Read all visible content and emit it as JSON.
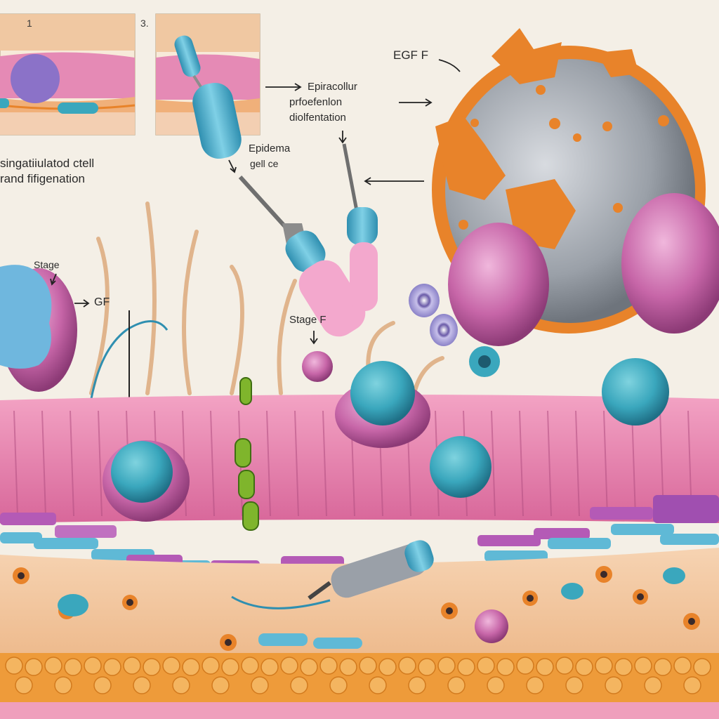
{
  "insets": {
    "inset_1_number": "1",
    "inset_2_number": "3."
  },
  "labels": {
    "egf_top": "EGF  F",
    "epiracellular_line1": "Epiracollur",
    "epiracellular_line2": "prfoefenlon",
    "epiracellular_line3": "diolfentation",
    "epidema_line1": "Epidema",
    "epidema_line2": "gell  ce",
    "left_caption_line1": "singatiiulatod  ctell",
    "left_caption_line2": "rand  fifigenation",
    "stage_left": "Stage",
    "gf": "GF",
    "stage_f": "Stage F"
  },
  "colors": {
    "background": "#f4efe6",
    "epidermis_pink": "#e07aa6",
    "dermis_tan": "#f0c9a6",
    "cell_blue": "#3aa7bd",
    "cell_magenta": "#c766a8",
    "orange_accent": "#e8832a",
    "gray_cell": "#9aa0a8",
    "violet_cell": "#8b82c8"
  }
}
